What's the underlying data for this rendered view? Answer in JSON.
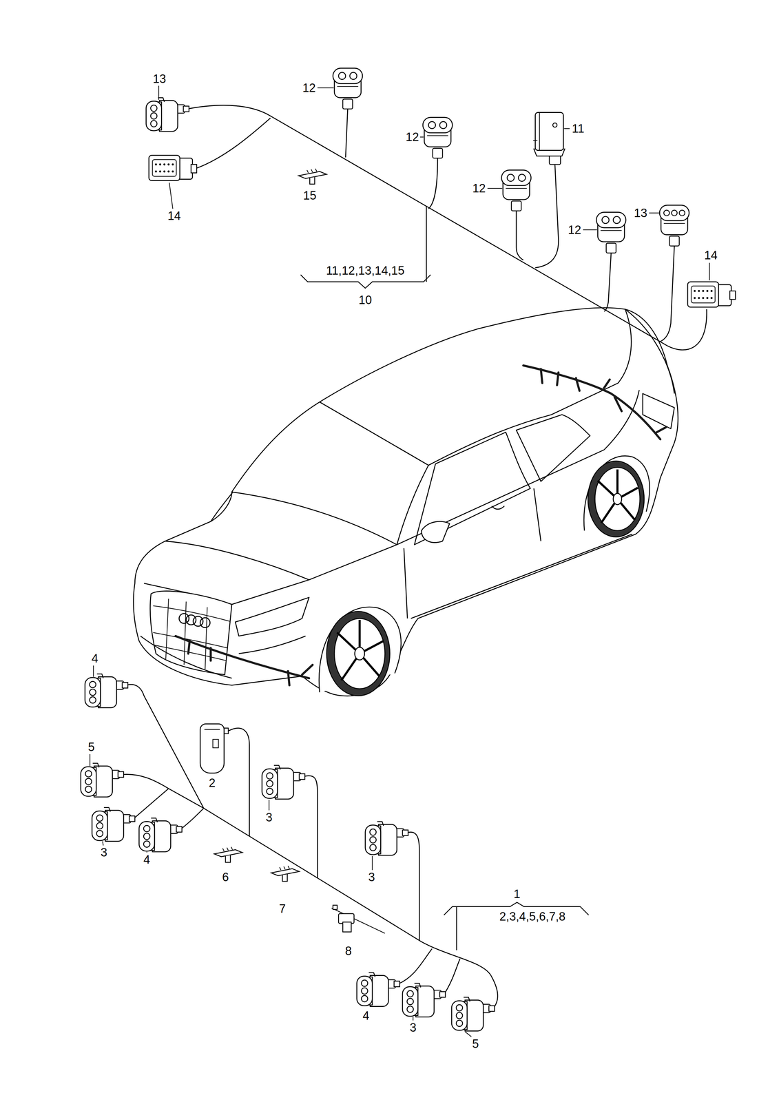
{
  "diagram": {
    "labels": [
      "13",
      "12",
      "11",
      "12",
      "12",
      "15",
      "13",
      "14",
      "12",
      "14",
      "11,12,13,14,15",
      "10",
      "4",
      "5",
      "2",
      "3",
      "3",
      "4",
      "6",
      "3",
      "1",
      "7",
      "2,3,4,5,6,7,8",
      "8",
      "4",
      "3",
      "5"
    ]
  }
}
